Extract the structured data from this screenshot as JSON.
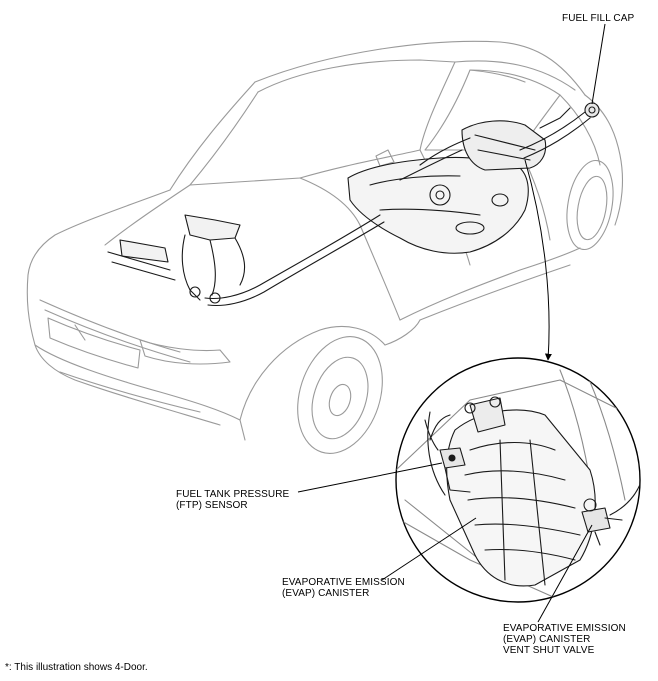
{
  "labels": {
    "fuel_fill_cap": [
      "FUEL FILL CAP"
    ],
    "ftp_sensor": [
      "FUEL TANK PRESSURE",
      "(FTP) SENSOR"
    ],
    "evap_canister": [
      "EVAPORATIVE EMISSION",
      "(EVAP) CANISTER"
    ],
    "vent_shut_valve": [
      "EVAPORATIVE EMISSION",
      "(EVAP) CANISTER",
      "VENT SHUT VALVE"
    ]
  },
  "footnote": "*: This illustration shows 4-Door."
}
